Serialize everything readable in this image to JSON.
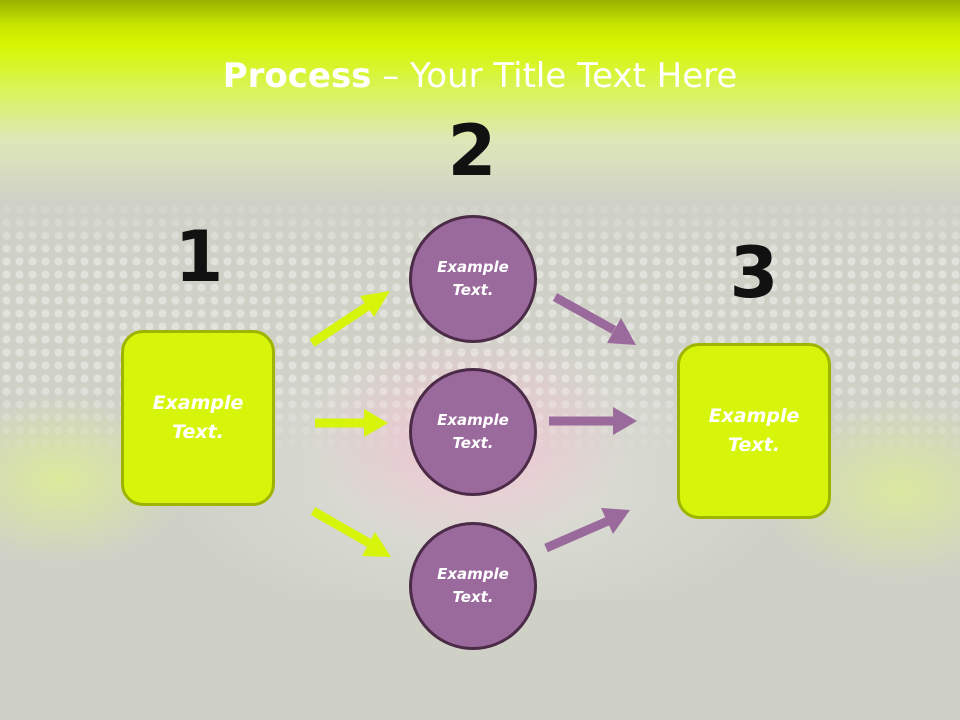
{
  "slide": {
    "title_bold": "Process",
    "title_rest": " – Your Title Text Here"
  },
  "steps": [
    {
      "number": "1"
    },
    {
      "number": "2"
    },
    {
      "number": "3"
    }
  ],
  "left_box": {
    "text": "Example\nText."
  },
  "circles": [
    {
      "text": "Example\nText."
    },
    {
      "text": "Example\nText."
    },
    {
      "text": "Example\nText."
    }
  ],
  "right_box": {
    "text": "Example\nText."
  },
  "colors": {
    "box_fill": "#d7f50a",
    "box_border": "#9eb400",
    "circle_fill": "#9b6a9c",
    "circle_border": "#4b2b47",
    "arrow_green": "#d7f50a",
    "arrow_purple": "#9b6a9c"
  }
}
